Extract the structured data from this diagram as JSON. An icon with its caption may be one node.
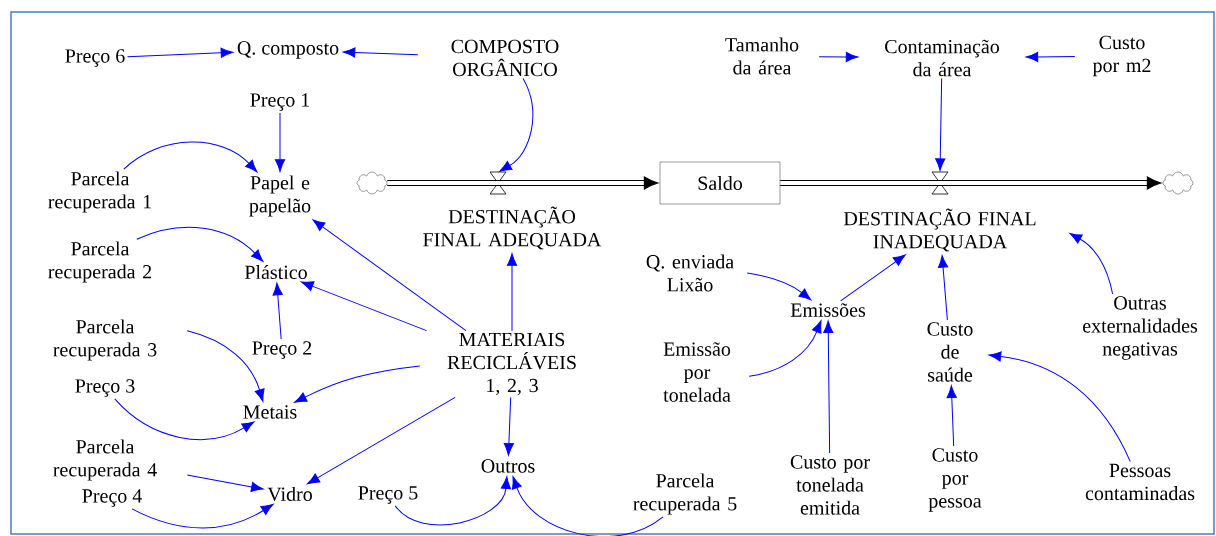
{
  "diagram": {
    "nodes": [
      {
        "text": [
          "Preço 6"
        ]
      },
      {
        "text": [
          "Q. composto"
        ]
      },
      {
        "text": [
          "COMPOSTO ORGÂNICO"
        ]
      },
      {
        "text": [
          "Preço 1"
        ]
      },
      {
        "text": [
          "Parcela recuperada 1"
        ]
      },
      {
        "text": [
          "Papel e papelão"
        ]
      },
      {
        "text": [
          "Parcela recuperada 2"
        ]
      },
      {
        "text": [
          "Plástico"
        ]
      },
      {
        "text": [
          "Parcela recuperada 3"
        ]
      },
      {
        "text": [
          "Preço 2"
        ]
      },
      {
        "text": [
          "Preço 3"
        ]
      },
      {
        "text": [
          "Metais"
        ]
      },
      {
        "text": [
          "Parcela recuperada 4"
        ]
      },
      {
        "text": [
          "Preço 4"
        ]
      },
      {
        "text": [
          "Vidro"
        ]
      },
      {
        "text": [
          "MATERIAIS RECICLÁVEIS 1, 2, 3"
        ]
      },
      {
        "text": [
          "Outros"
        ]
      },
      {
        "text": [
          "Preço 5"
        ]
      },
      {
        "text": [
          "Parcela recuperada 5"
        ]
      },
      {
        "text": [],
        "shape": "cloud"
      },
      {
        "text": [
          "DESTINAÇÃO FINAL ADEQUADA"
        ]
      },
      {
        "text": [
          "Saldo"
        ]
      },
      {
        "text": [
          "DESTINAÇÃO FINAL INADEQUADA"
        ]
      },
      {
        "text": [],
        "shape": "cloud"
      },
      {
        "text": [
          "Tamanho da área"
        ]
      },
      {
        "text": [
          "Contaminação da área"
        ]
      },
      {
        "text": [
          "Custo por m2"
        ]
      },
      {
        "text": [
          "Q. enviada Lixão"
        ]
      },
      {
        "text": [
          "Emissões"
        ]
      },
      {
        "text": [
          "Emissão por tonelada"
        ]
      },
      {
        "text": [
          "Custo por tonelada emitida"
        ]
      },
      {
        "text": [
          "Custo de saúde"
        ]
      },
      {
        "text": [
          "Custo por pessoa"
        ]
      },
      {
        "text": [
          "Outras externalidades negativas"
        ]
      },
      {
        "text": [
          "Pessoas contaminadas"
        ]
      }
    ],
    "edges": [
      {
        "from": 0,
        "to": 1,
        "arrow": "to"
      },
      {
        "from": 2,
        "to": 1,
        "arrow": "to"
      },
      {
        "from": 2,
        "to": 20,
        "arrow": "to"
      },
      {
        "from": 3,
        "to": 5,
        "arrow": "to"
      },
      {
        "from": 4,
        "to": 5,
        "arrow": "to"
      },
      {
        "from": 6,
        "to": 7,
        "arrow": "to"
      },
      {
        "from": 15,
        "to": 5,
        "arrow": "to"
      },
      {
        "from": 15,
        "to": 7,
        "arrow": "to"
      },
      {
        "from": 9,
        "to": 7,
        "arrow": "to"
      },
      {
        "from": 8,
        "to": 11,
        "arrow": "to"
      },
      {
        "from": 15,
        "to": 11,
        "arrow": "to"
      },
      {
        "from": 10,
        "to": 11,
        "arrow": "to"
      },
      {
        "from": 12,
        "to": 14,
        "arrow": "to"
      },
      {
        "from": 13,
        "to": 14,
        "arrow": "to"
      },
      {
        "from": 15,
        "to": 14,
        "arrow": "to"
      },
      {
        "from": 15,
        "to": 20,
        "arrow": "to"
      },
      {
        "from": 15,
        "to": 16,
        "arrow": "to"
      },
      {
        "from": 17,
        "to": 16,
        "arrow": "to"
      },
      {
        "from": 18,
        "to": 16,
        "arrow": "to"
      },
      {
        "from": 19,
        "to": 21,
        "arrow": "to",
        "style": "thick",
        "color": "#000000"
      },
      {
        "from": 21,
        "to": 23,
        "arrow": "to",
        "style": "thick",
        "color": "#000000"
      },
      {
        "from": 24,
        "to": 25,
        "arrow": "to"
      },
      {
        "from": 26,
        "to": 25,
        "arrow": "to"
      },
      {
        "from": 25,
        "to": 22,
        "arrow": "to"
      },
      {
        "from": 27,
        "to": 28,
        "arrow": "to"
      },
      {
        "from": 28,
        "to": 22,
        "arrow": "to"
      },
      {
        "from": 29,
        "to": 28,
        "arrow": "to"
      },
      {
        "from": 30,
        "to": 28,
        "arrow": "to"
      },
      {
        "from": 31,
        "to": 22,
        "arrow": "to"
      },
      {
        "from": 32,
        "to": 31,
        "arrow": "to"
      },
      {
        "from": 34,
        "to": 31,
        "arrow": "to"
      },
      {
        "from": 33,
        "to": 22,
        "arrow": "to"
      }
    ]
  }
}
